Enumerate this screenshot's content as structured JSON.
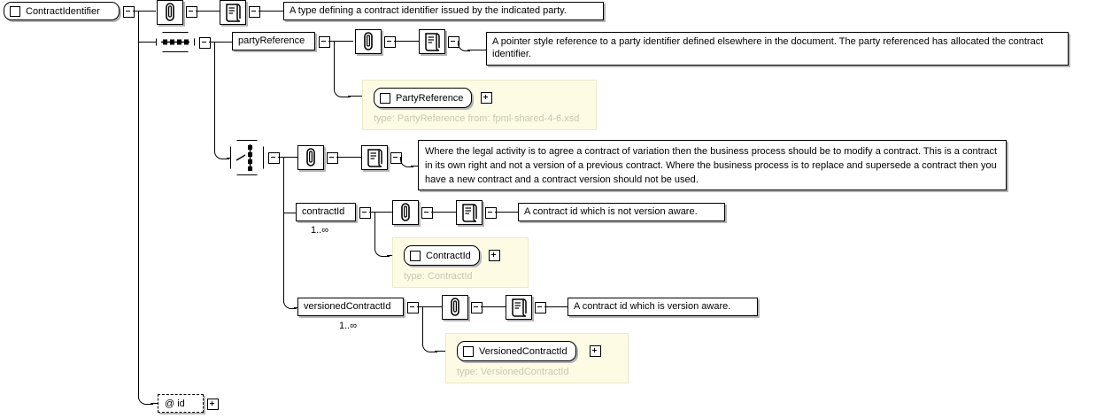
{
  "diagram": {
    "kind": "xsd-schema-tree",
    "root": {
      "name": "ContractIdentifier",
      "documentation": "A type defining a contract identifier issued by the indicated party."
    },
    "compositors": {
      "sequence_icon": "sequence-compositor-icon",
      "choice_icon": "choice-compositor-icon",
      "annotation_icon": "annotation-icon",
      "documentation_icon": "documentation-icon"
    },
    "elements": [
      {
        "id": "partyReference",
        "name": "partyReference",
        "cardinality": "",
        "documentation": "A pointer style reference to a party identifier defined elsewhere in the document. The party referenced has allocated the contract identifier.",
        "type_panel": {
          "capsule_label": "PartyReference",
          "type_line": "type: PartyReference from: fpml-shared-4-6.xsd"
        }
      },
      {
        "id": "contractId",
        "name": "contractId",
        "cardinality": "1..∞",
        "documentation": "A contract id which is not version aware.",
        "type_panel": {
          "capsule_label": "ContractId",
          "type_line": "type: ContractId"
        }
      },
      {
        "id": "versionedContractId",
        "name": "versionedContractId",
        "cardinality": "1..∞",
        "documentation": "A contract id which is version aware.",
        "type_panel": {
          "capsule_label": "VersionedContractId",
          "type_line": "type: VersionedContractId"
        }
      }
    ],
    "choice_documentation": "Where the legal activity is to agree a contract of variation then the business process should be to modify a contract. This is a contract in its own right and not a version of a previous contract. Where the business process is to replace and supersede a contract then you have a new contract and a contract version should not be used.",
    "attribute": {
      "name": "@ id"
    },
    "colors": {
      "panel_background": "#fdfbe4",
      "panel_border": "#ece9c6",
      "type_text": "#c9c7b4",
      "shadow": "#b4b4b4",
      "line": "#000000"
    }
  }
}
